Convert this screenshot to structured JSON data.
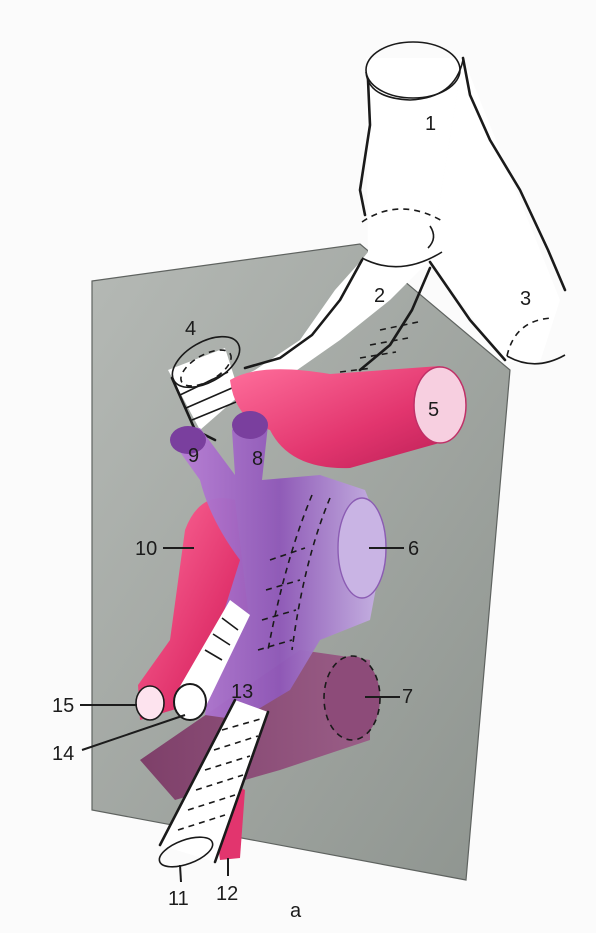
{
  "figure": {
    "caption": "a",
    "colors": {
      "plate": "#9aa09b",
      "artery": "#e2356e",
      "vein": "#8f58b8",
      "airway": "#ffffff",
      "outline": "#1a1a1a"
    },
    "labels": [
      {
        "id": "1",
        "text": "1"
      },
      {
        "id": "2",
        "text": "2"
      },
      {
        "id": "3",
        "text": "3"
      },
      {
        "id": "4",
        "text": "4"
      },
      {
        "id": "5",
        "text": "5"
      },
      {
        "id": "6",
        "text": "6"
      },
      {
        "id": "7",
        "text": "7"
      },
      {
        "id": "8",
        "text": "8"
      },
      {
        "id": "9",
        "text": "9"
      },
      {
        "id": "10",
        "text": "10"
      },
      {
        "id": "11",
        "text": "11"
      },
      {
        "id": "12",
        "text": "12"
      },
      {
        "id": "13",
        "text": "13"
      },
      {
        "id": "14",
        "text": "14"
      },
      {
        "id": "15",
        "text": "15"
      }
    ]
  }
}
